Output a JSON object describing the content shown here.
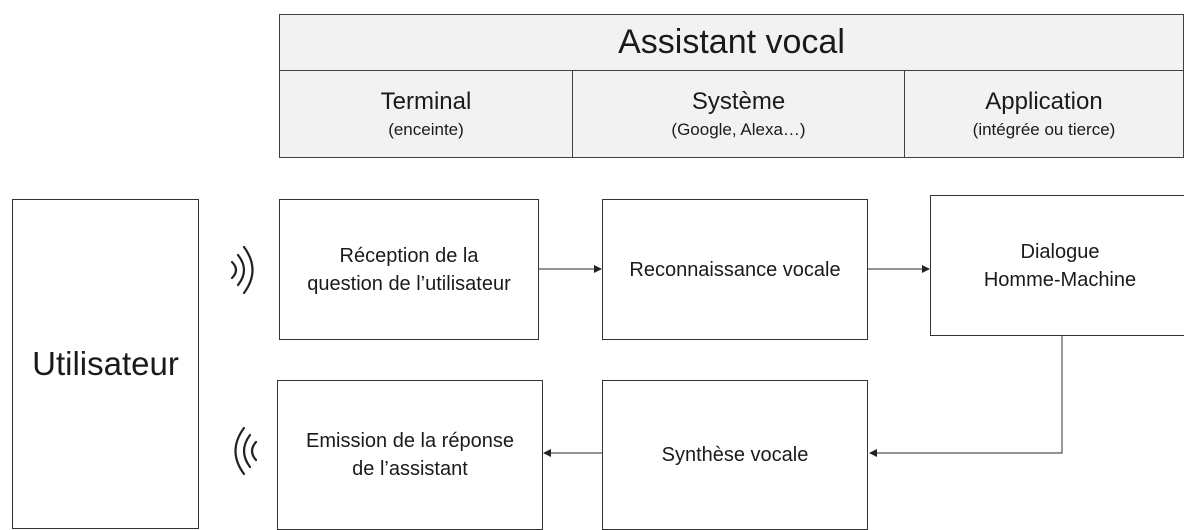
{
  "header": {
    "title": "Assistant vocal",
    "columns": [
      {
        "name": "Terminal",
        "detail": "(enceinte)"
      },
      {
        "name": "Système",
        "detail": "(Google, Alexa…)"
      },
      {
        "name": "Application",
        "detail": "(intégrée ou tierce)"
      }
    ]
  },
  "user": {
    "label": "Utilisateur"
  },
  "steps": {
    "reception": {
      "line1": "Réception de la",
      "line2": "question de l’utilisateur"
    },
    "recognition": {
      "label": "Reconnaissance vocale"
    },
    "dialogue": {
      "line1": "Dialogue",
      "line2": "Homme-Machine"
    },
    "synthesis": {
      "label": "Synthèse vocale"
    },
    "emission": {
      "line1": "Emission de la réponse",
      "line2": "de l’assistant"
    }
  },
  "icons": [
    "sound-waves-out-icon",
    "sound-waves-in-icon"
  ]
}
